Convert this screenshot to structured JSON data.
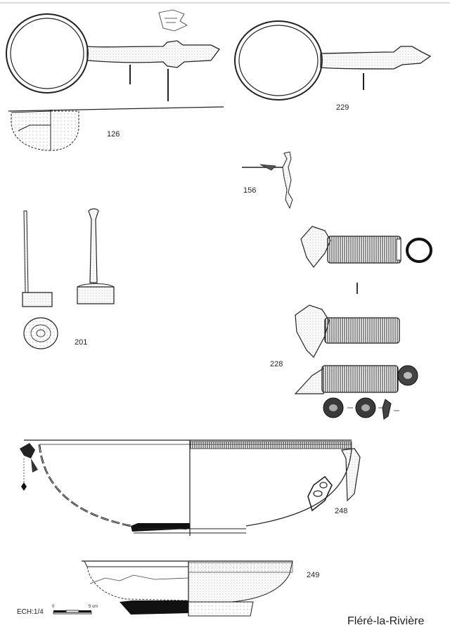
{
  "labels": {
    "obj126": "126",
    "obj229": "229",
    "obj156": "156",
    "obj201": "201",
    "obj228": "228",
    "obj248": "248",
    "obj249": "249"
  },
  "scale": {
    "text": "ECH:1/4",
    "start": "0",
    "end": "5 cm"
  },
  "site_name": "Fléré-la-Rivière",
  "colors": {
    "ink": "#222222",
    "hatch": "#555555",
    "paper": "#ffffff"
  }
}
